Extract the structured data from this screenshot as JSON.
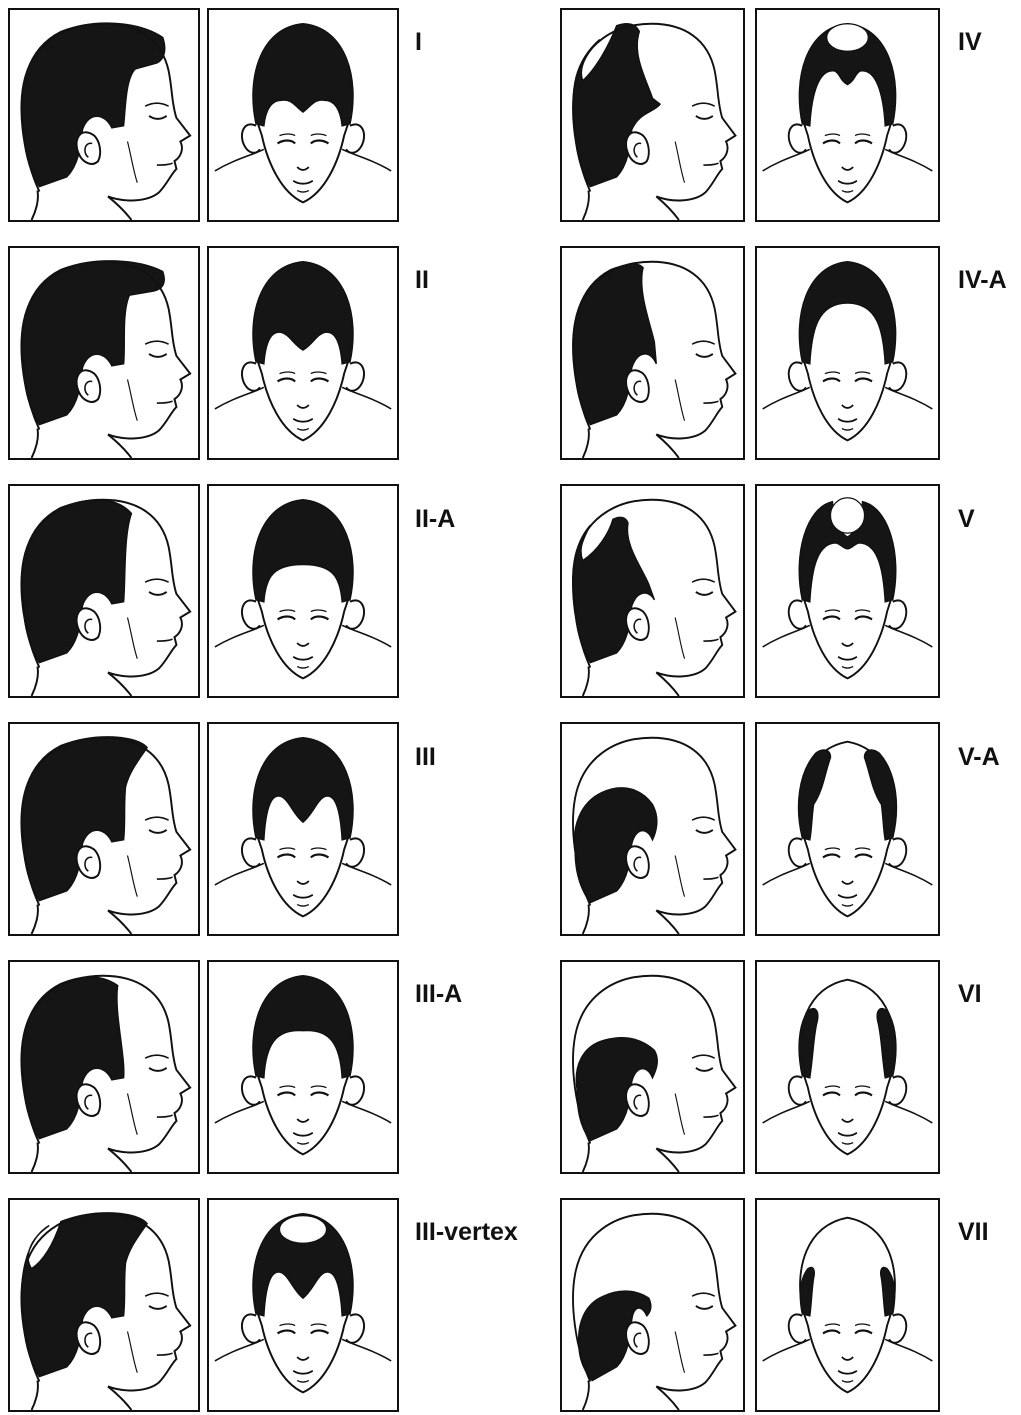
{
  "colors": {
    "ink": "#111111",
    "paper": "#ffffff",
    "hair": "#151515"
  },
  "left_column": [
    {
      "label": "I",
      "profile_hair": "full",
      "front_hair": "full"
    },
    {
      "label": "II",
      "profile_hair": "slight-temple",
      "front_hair": "slight-temple"
    },
    {
      "label": "II-A",
      "profile_hair": "mid-front",
      "front_hair": "receded-even"
    },
    {
      "label": "III",
      "profile_hair": "deep-temple",
      "front_hair": "deep-temple"
    },
    {
      "label": "III-A",
      "profile_hair": "receded-front",
      "front_hair": "receded-even-deep"
    },
    {
      "label": "III-vertex",
      "profile_hair": "deep-temple-crown",
      "front_hair": "deep-temple-crown"
    }
  ],
  "right_column": [
    {
      "label": "IV",
      "profile_hair": "bald-front-crown",
      "front_hair": "front-bald-crown-spot"
    },
    {
      "label": "IV-A",
      "profile_hair": "bald-front",
      "front_hair": "bald-front-band"
    },
    {
      "label": "V",
      "profile_hair": "bald-front-crown-large",
      "front_hair": "bridge-narrow"
    },
    {
      "label": "V-A",
      "profile_hair": "side-back",
      "front_hair": "sides-only"
    },
    {
      "label": "VI",
      "profile_hair": "side-band",
      "front_hair": "sides-thin"
    },
    {
      "label": "VII",
      "profile_hair": "horseshoe-low",
      "front_hair": "sides-low"
    }
  ]
}
